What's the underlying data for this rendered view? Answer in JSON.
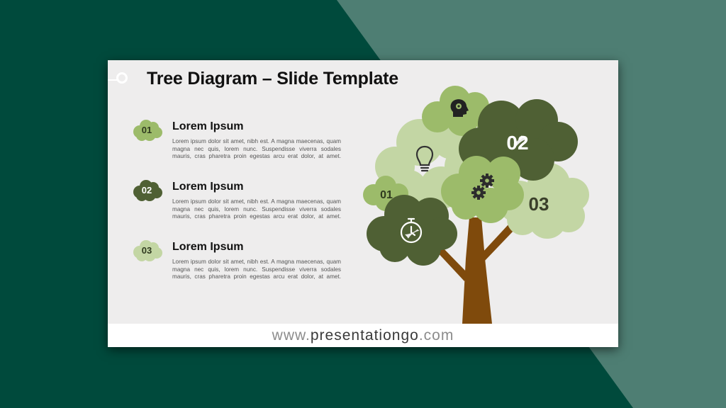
{
  "title": "Tree Diagram – Slide Template",
  "items": [
    {
      "num": "01",
      "heading": "Lorem Ipsum",
      "text": "Lorem ipsum dolor sit amet, nibh est. A magna maecenas, quam magna nec quis, lorem nunc. Suspendisse viverra sodales mauris, cras pharetra proin egestas arcu erat dolor, at amet.",
      "color": "#9cbb6a"
    },
    {
      "num": "02",
      "heading": "Lorem Ipsum",
      "text": "Lorem ipsum dolor sit amet, nibh est. A magna maecenas, quam magna nec quis, lorem nunc. Suspendisse viverra sodales mauris, cras pharetra proin egestas arcu erat dolor, at amet.",
      "color": "#4f6034"
    },
    {
      "num": "03",
      "heading": "Lorem Ipsum",
      "text": "Lorem ipsum dolor sit amet, nibh est. A magna maecenas, quam magna nec quis, lorem nunc. Suspendisse viverra sodales mauris, cras pharetra proin egestas arcu erat dolor, at amet.",
      "color": "#c3d6a4"
    }
  ],
  "tree": {
    "labels": {
      "n01": "01",
      "n02": "02",
      "n03": "03"
    },
    "icons": [
      "head-gears-icon",
      "lightbulb-icon",
      "gears-icon",
      "stopwatch-icon"
    ],
    "colors": {
      "trunk": "#7f4a0c",
      "light": "#c3d6a4",
      "mid": "#9cbb6a",
      "dark": "#4f6034"
    }
  },
  "footer": {
    "part1": "www.",
    "part2": "presentationgo",
    "part3": ".com"
  }
}
